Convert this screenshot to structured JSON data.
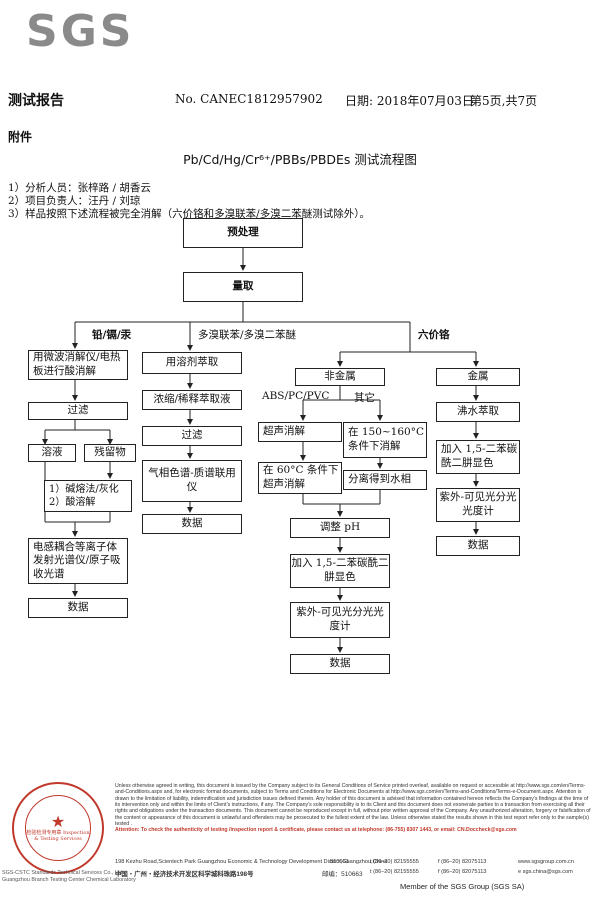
{
  "logo": "SGS",
  "header": {
    "title": "测试报告",
    "report_no": "No. CANEC1812957902",
    "date": "日期: 2018年07月03日",
    "page": "第5页,共7页"
  },
  "appendix": "附件",
  "chart_title": "Pb/Cd/Hg/Cr⁶⁺/PBBs/PBDEs 测试流程图",
  "notes": [
    "1）分析人员：张梓路 / 胡香云",
    "2）项目负责人：汪丹 / 刘琼",
    "3）样品按照下述流程被完全消解（六价铬和多溴联苯/多溴二苯醚测试除外）。"
  ],
  "flow": {
    "pretreat": "预处理",
    "weigh": "量取",
    "branch_metals": "铅/镉/汞",
    "branch_pbb": "多溴联苯/多溴二苯醚",
    "branch_cr": "六价铬",
    "m1": "用微波消解仪/电热板进行酸消解",
    "m2": "过滤",
    "m3a": "溶液",
    "m3b": "残留物",
    "m4": "1）碱熔法/灰化\n2）酸溶解",
    "m5": "电感耦合等离子体发射光谱仪/原子吸收光谱",
    "m6": "数据",
    "p1": "用溶剂萃取",
    "p2": "浓缩/稀释萃取液",
    "p3": "过滤",
    "p4": "气相色谱-质谱联用仪",
    "p5": "数据",
    "c_nonmetal": "非金属",
    "c_metal": "金属",
    "c_abs": "ABS/PC/PVC",
    "c_other": "其它",
    "c_ultra": "超声消解",
    "c_ultra60": "在 60°C 条件下超声消解",
    "c_150": "在 150~160°C 条件下消解",
    "c_sep": "分离得到水相",
    "c_ph": "调整 pH",
    "c_add": "加入 1,5-二苯碳酰二肼显色",
    "c_uv": "紫外-可见光分光光度计",
    "c_data": "数据",
    "c_boil": "沸水萃取",
    "c_add2": "加入 1,5-二苯碳酰二肼显色",
    "c_uv2": "紫外-可见光分光光度计",
    "c_data2": "数据"
  },
  "footer": {
    "para": "Unless otherwise agreed in writing, this document is issued by the Company subject to its General Conditions of Service printed overleaf, available on request or accessible at http://www.sgs.com/en/Terms-and-Conditions.aspx and, for electronic format documents, subject to Terms and Conditions for Electronic Documents at http://www.sgs.com/en/Terms-and-Conditions/Terms-e-Document.aspx. Attention is drawn to the limitation of liability, indemnification and jurisdiction issues defined therein. Any holder of this document is advised that information contained hereon reflects the Company's findings at the time of its intervention only and within the limits of Client's instructions, if any. The Company's sole responsibility is to its Client and this document does not exonerate parties to a transaction from exercising all their rights and obligations under the transaction documents. This document cannot be reproduced except in full, without prior written approval of the Company. Any unauthorized alteration, forgery or falsification of the content or appearance of this document is unlawful and offenders may be prosecuted to the fullest extent of the law. Unless otherwise stated the results shown in this test report refer only to the sample(s) tested .",
    "attention": "Attention: To check the authenticity of testing /inspection report & certificate, please contact us at telephone: (86-755) 8307 1443, or email: CN.Doccheck@sgs.com",
    "addr_en": "198 Kezhu Road,Scientech Park Guangzhou Economic & Technology Development District,Guangzhou,China",
    "zip_en": "510663",
    "tel_en": "t (86–20) 82155555",
    "fax_en": "f (86–20) 82075113",
    "web_en": "www.sgsgroup.com.cn",
    "addr_cn": "中国・广州・经济技术开发区科学城科珠路198号",
    "zip_cn": "邮编：510663",
    "tel_cn": "t (86–20) 82155555",
    "fax_cn": "f (86–20) 82075113",
    "email_cn": "e sgs.china@sgs.com",
    "member": "Member of the SGS Group (SGS SA)",
    "lab_en1": "SGS-CSTC Standards Technical Services Co., Ltd.",
    "lab_en2": "Guangzhou Branch Testing Center Chemical Laboratory",
    "stamp_text": "检验检测专用章 Inspection & Testing Services"
  }
}
